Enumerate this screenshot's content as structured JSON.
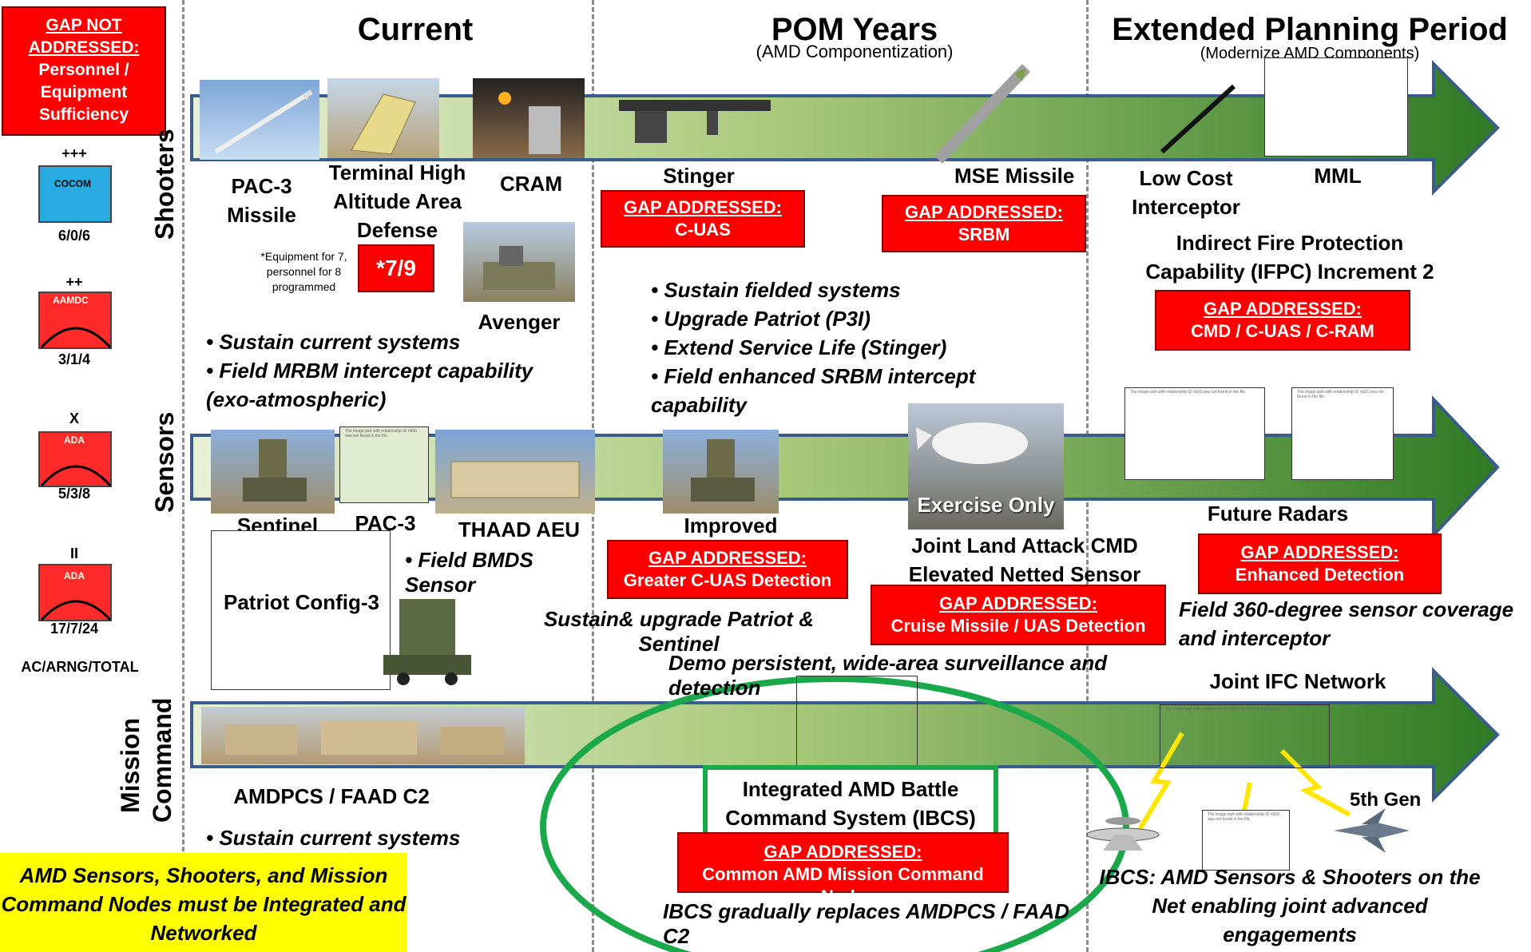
{
  "header": {
    "current": "Current",
    "pom_title": "POM Years",
    "pom_sub": "(AMD Componentization)",
    "epp_title": "Extended Planning Period",
    "epp_sub": "(Modernize AMD Components)"
  },
  "legend": {
    "gap_title": "GAP NOT ADDRESSED:",
    "gap_body": "Personnel / Equipment Sufficiency",
    "units": [
      {
        "echelon": "+++",
        "label": "COCOM",
        "counts": "6/0/6",
        "color": "#29abe2"
      },
      {
        "echelon": "++",
        "label": "AAMDC",
        "counts": "3/1/4",
        "color": "#ff2a2a"
      },
      {
        "echelon": "X",
        "label": "ADA",
        "counts": "5/3/8",
        "color": "#ff2a2a"
      },
      {
        "echelon": "II",
        "label": "ADA",
        "counts": "17/7/24",
        "color": "#ff2a2a"
      }
    ],
    "footer": "AC/ARNG/TOTAL"
  },
  "rows": {
    "shooters": "Shooters",
    "sensors": "Sensors",
    "mission": "Mission",
    "command": "Command"
  },
  "shooters": {
    "pac3": "PAC-3 Missile",
    "thaad": "Terminal High Altitude Area Defense",
    "cram": "CRAM",
    "avenger": "Avenger",
    "note": "*Equipment for 7, personnel for 8 programmed",
    "note_badge": "*7/9",
    "current_bullets": [
      "• Sustain current systems",
      "• Field MRBM intercept capability (exo-atmospheric)"
    ],
    "stinger": "Stinger",
    "stinger_gap": {
      "title": "GAP ADDRESSED:",
      "body": "C-UAS"
    },
    "mse": "MSE Missile",
    "mse_gap": {
      "title": "GAP ADDRESSED:",
      "body": "SRBM"
    },
    "pom_bullets": [
      "• Sustain fielded systems",
      "• Upgrade Patriot (P3I)",
      "• Extend Service Life (Stinger)",
      "• Field enhanced SRBM intercept capability"
    ],
    "lci": "Low Cost Interceptor",
    "mml": "MML",
    "ifpc": "Indirect Fire Protection Capability (IFPC) Increment 2",
    "ifpc_gap": {
      "title": "GAP ADDRESSED:",
      "body": "CMD / C-UAS / C-RAM"
    }
  },
  "sensors": {
    "sentinel": "Sentinel",
    "pac3": "PAC-3",
    "thaad_aeu": "THAAD AEU",
    "bmds": "• Field BMDS Sensor",
    "patriot": "Patriot Config-3",
    "improved_sentinel": "Improved Sentinel",
    "is_gap": {
      "title": "GAP ADDRESSED:",
      "body": "Greater C-UAS Detection"
    },
    "sustain_upgrade": "Sustain& upgrade Patriot & Sentinel",
    "exercise_only": "Exercise Only",
    "jlens": "Joint Land Attack CMD Elevated Netted Sensor System (JLENS)",
    "jlens_gap": {
      "title": "GAP ADDRESSED:",
      "body": "Cruise Missile  / UAS Detection"
    },
    "demo": "Demo persistent, wide-area surveillance and detection",
    "future_radars": "Future Radars",
    "fr_gap": {
      "title": "GAP ADDRESSED:",
      "body": "Enhanced Detection"
    },
    "field360": "Field 360-degree sensor coverage and interceptor"
  },
  "mission": {
    "amdpcs": "AMDPCS / FAAD C2",
    "sustain": "• Sustain current systems",
    "ibcs": "Integrated AMD Battle Command System (IBCS)",
    "ibcs_gap": {
      "title": "GAP ADDRESSED:",
      "body": "Common AMD Mission Command Node"
    },
    "ibcs_replaces": "IBCS gradually replaces AMDPCS / FAAD C2",
    "joint_ifc": "Joint IFC Network",
    "fifth_gen": "5th Gen",
    "ibcs_net": "IBCS: AMD Sensors & Shooters on the Net enabling  joint  advanced engagements"
  },
  "callout": "AMD Sensors, Shooters, and Mission Command Nodes must be Integrated and Networked",
  "placeholder_text": "The image part with relationship ID rId16 was not found in the file."
}
